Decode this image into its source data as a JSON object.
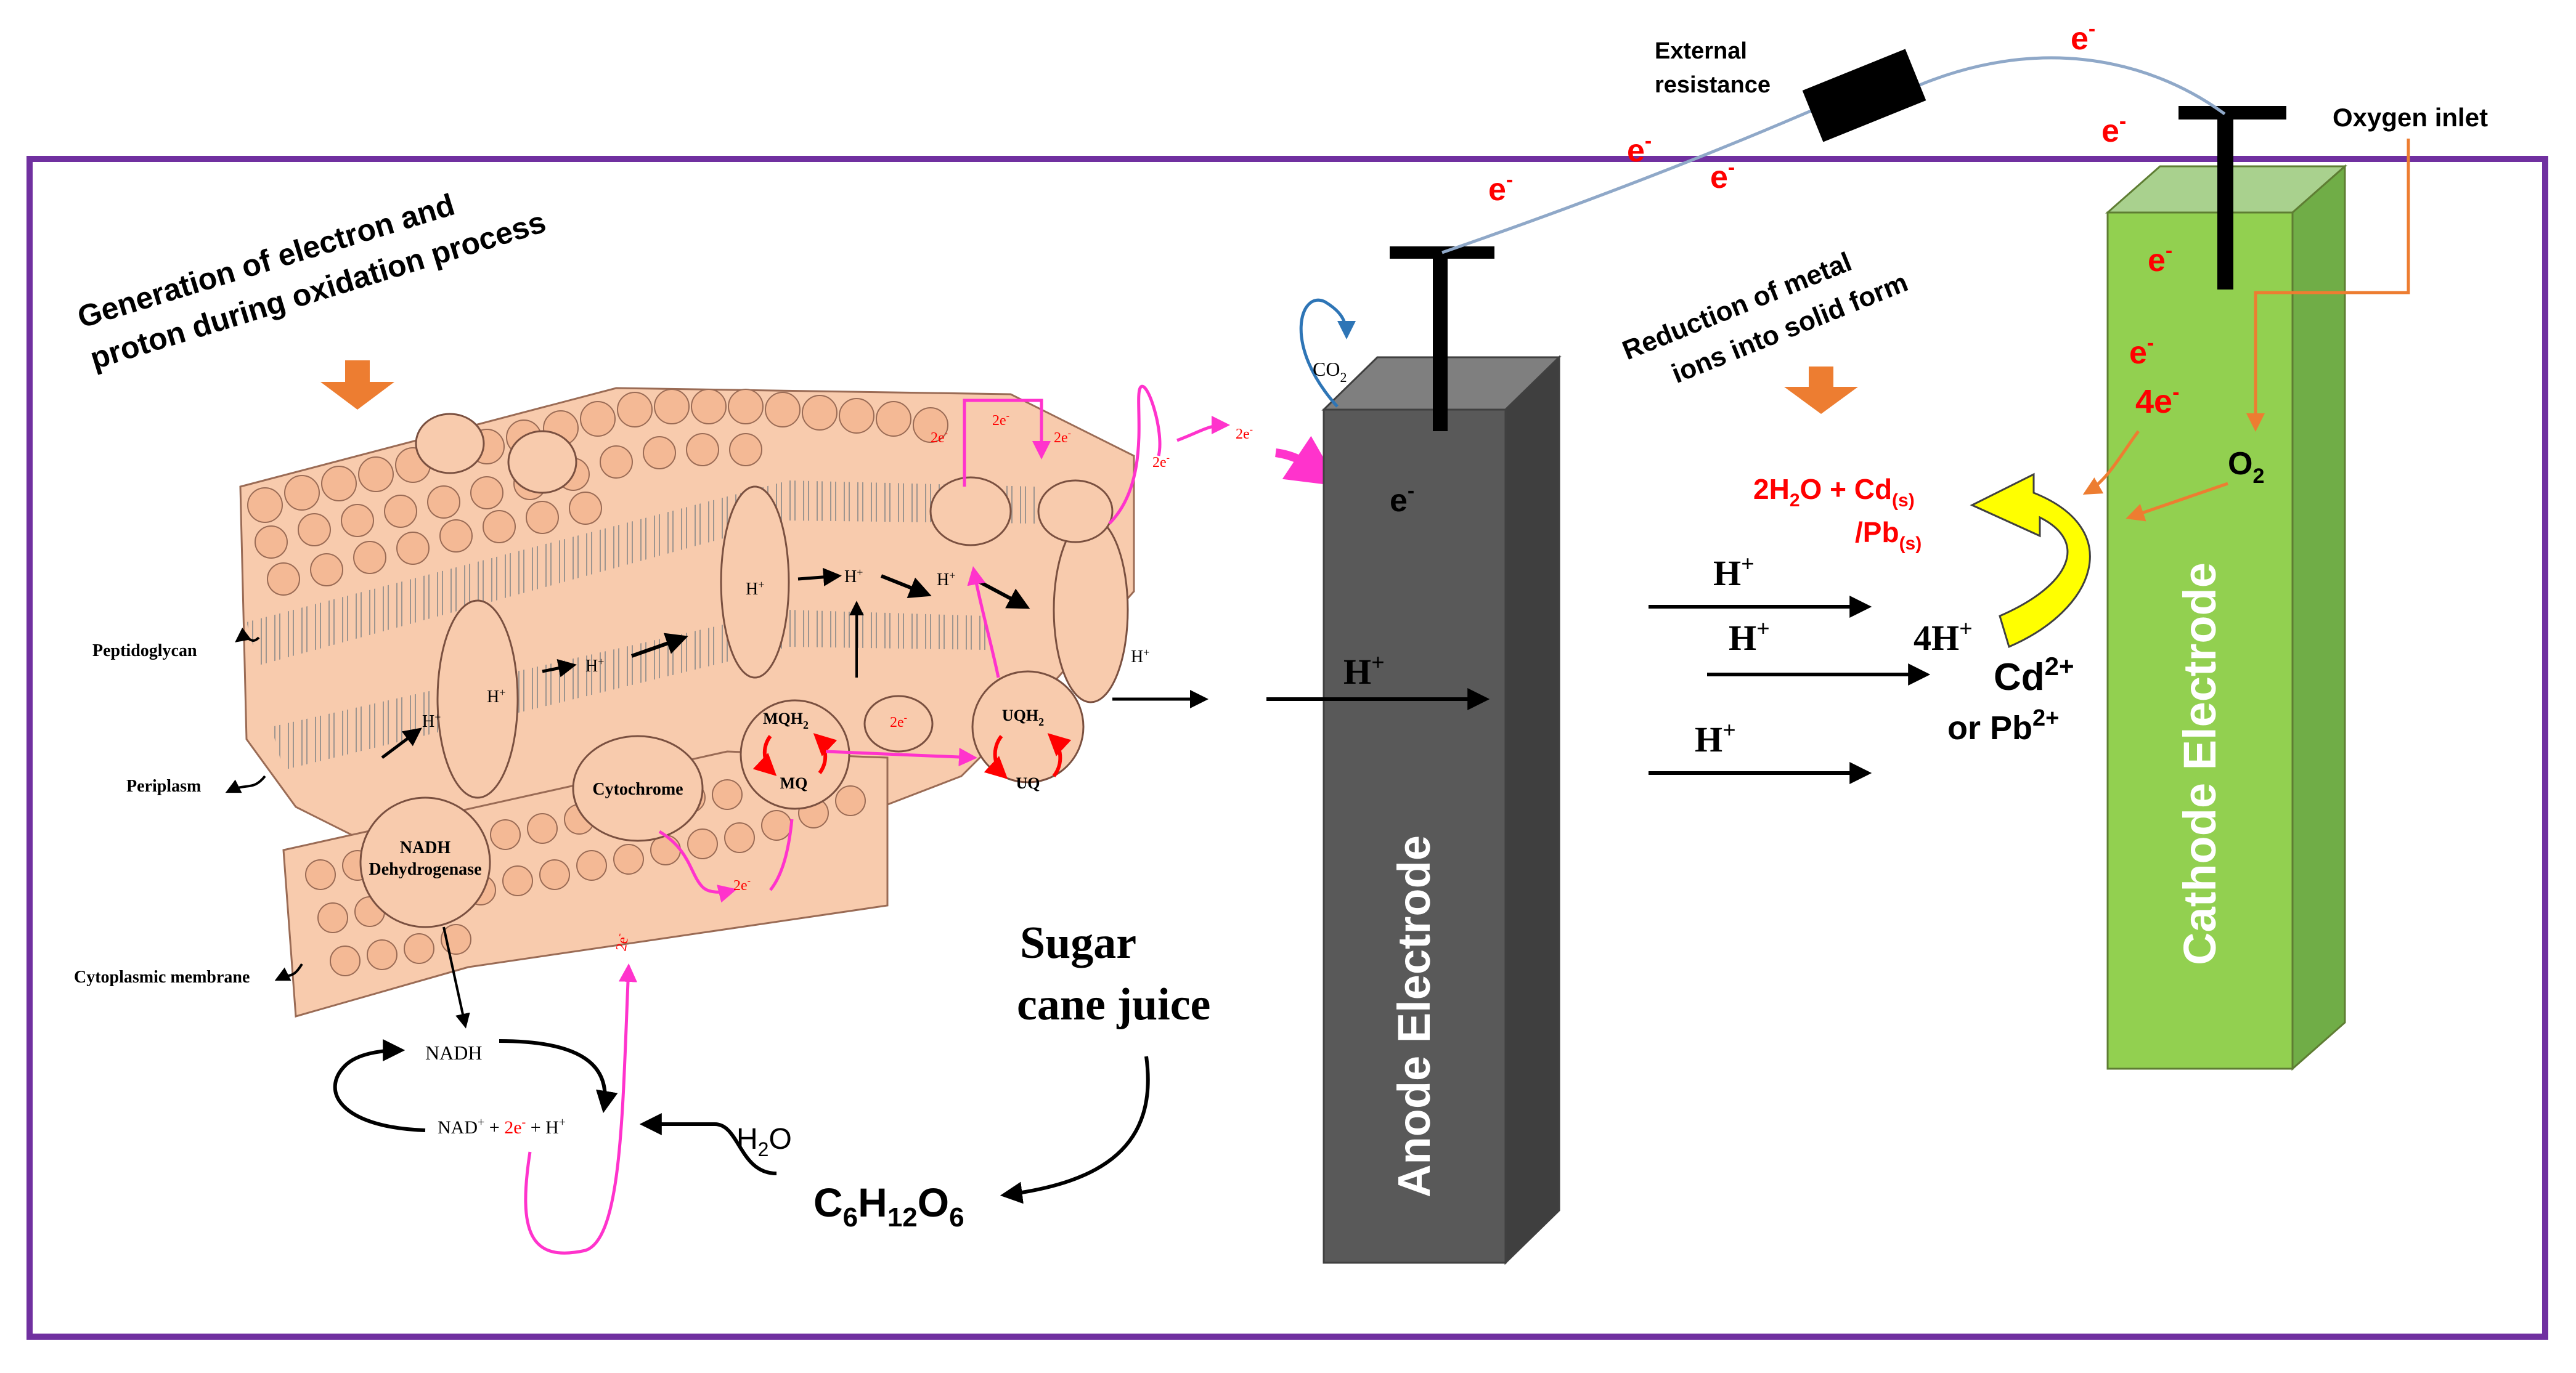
{
  "colors": {
    "frame": "#7030a0",
    "membrane": "#f8cbad",
    "membrane_stroke": "#9a6b55",
    "anode_front": "#595959",
    "cathode_front": "#92d050",
    "electron_red": "#ff0000",
    "magenta": "#ff33cc",
    "orange_arrow": "#ed7d31",
    "yellow_arrow": "#ffff00",
    "wire": "#8fa8c8",
    "co2_arrow": "#2e75b6"
  },
  "labels": {
    "generation_line1": "Generation of electron and",
    "generation_line2": "proton during oxidation process",
    "reduction_line1": "Reduction of metal",
    "reduction_line2": "ions into solid form",
    "external_resistance_line1": "External",
    "external_resistance_line2": "resistance",
    "oxygen_inlet": "Oxygen inlet",
    "anode": "Anode Electrode",
    "cathode": "Cathode  Electrode",
    "sugar_line1": "Sugar",
    "sugar_line2": "cane juice",
    "glucose_c": "C",
    "glucose_6a": "6",
    "glucose_h": "H",
    "glucose_12": "12",
    "glucose_o": "O",
    "glucose_6b": "6",
    "water_h": "H",
    "water_2": "2",
    "water_o": "O",
    "co2_c": "CO",
    "co2_2": "2",
    "peptidoglycan": "Peptidoglycan",
    "periplasm": "Periplasm",
    "cytoplasmic_membrane": "Cytoplasmic membrane",
    "nadh_dehydrogenase_line1": "NADH",
    "nadh_dehydrogenase_line2": "Dehydrogenase",
    "cytochrome": "Cytochrome",
    "mqh2_main": "MQH",
    "mqh2_sub": "2",
    "mq": "MQ",
    "uqh2_main": "UQH",
    "uqh2_sub": "2",
    "uq": "UQ",
    "nadh": "NADH",
    "nad_prefix": "NAD",
    "nad_plus": "+",
    "nad_plus_sign": " + ",
    "nad_2e": "2e",
    "nad_minus": "-",
    "nad_mid": " + H",
    "nad_hplus": "+",
    "h_label": "H",
    "plus_sup": "+",
    "e_label": "e",
    "minus_sup": "-",
    "two_e": "2e",
    "four_e": "4e",
    "o2_o": "O",
    "o2_2": "2",
    "four_h": "4H",
    "cd_ion": "Cd",
    "cd_charge": "2+",
    "or_pb": "or Pb",
    "pb_charge": "2+",
    "product_2": "2",
    "product_h": "H",
    "product_o_cd": "O + Cd",
    "product_s1": "(s)",
    "product_pb": "/Pb",
    "product_s2": "(s)"
  }
}
